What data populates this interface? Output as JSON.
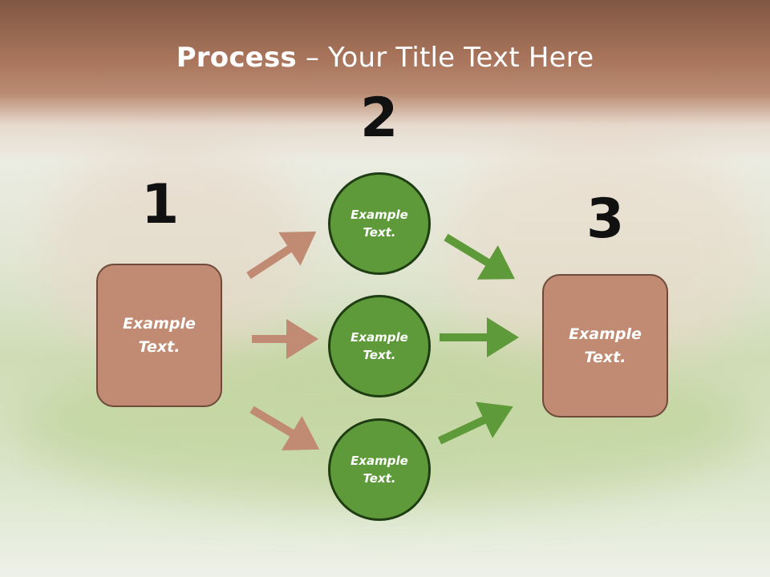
{
  "title": {
    "bold": "Process",
    "rest": " – Your Title Text Here"
  },
  "steps": {
    "one": "1",
    "two": "2",
    "three": "3"
  },
  "left_box": {
    "label": "Example\nText."
  },
  "circles": [
    {
      "label": "Example\nText."
    },
    {
      "label": "Example\nText."
    },
    {
      "label": "Example\nText."
    }
  ],
  "right_box": {
    "label": "Example\nText."
  },
  "colors": {
    "header": "#a7735a",
    "box_fill": "#c08b72",
    "box_border": "#6e4a3a",
    "circle_fill": "#5f9a3a",
    "circle_border": "#1f3d12",
    "arrow_brown": "#c08b72",
    "arrow_green": "#5f9a3a"
  }
}
